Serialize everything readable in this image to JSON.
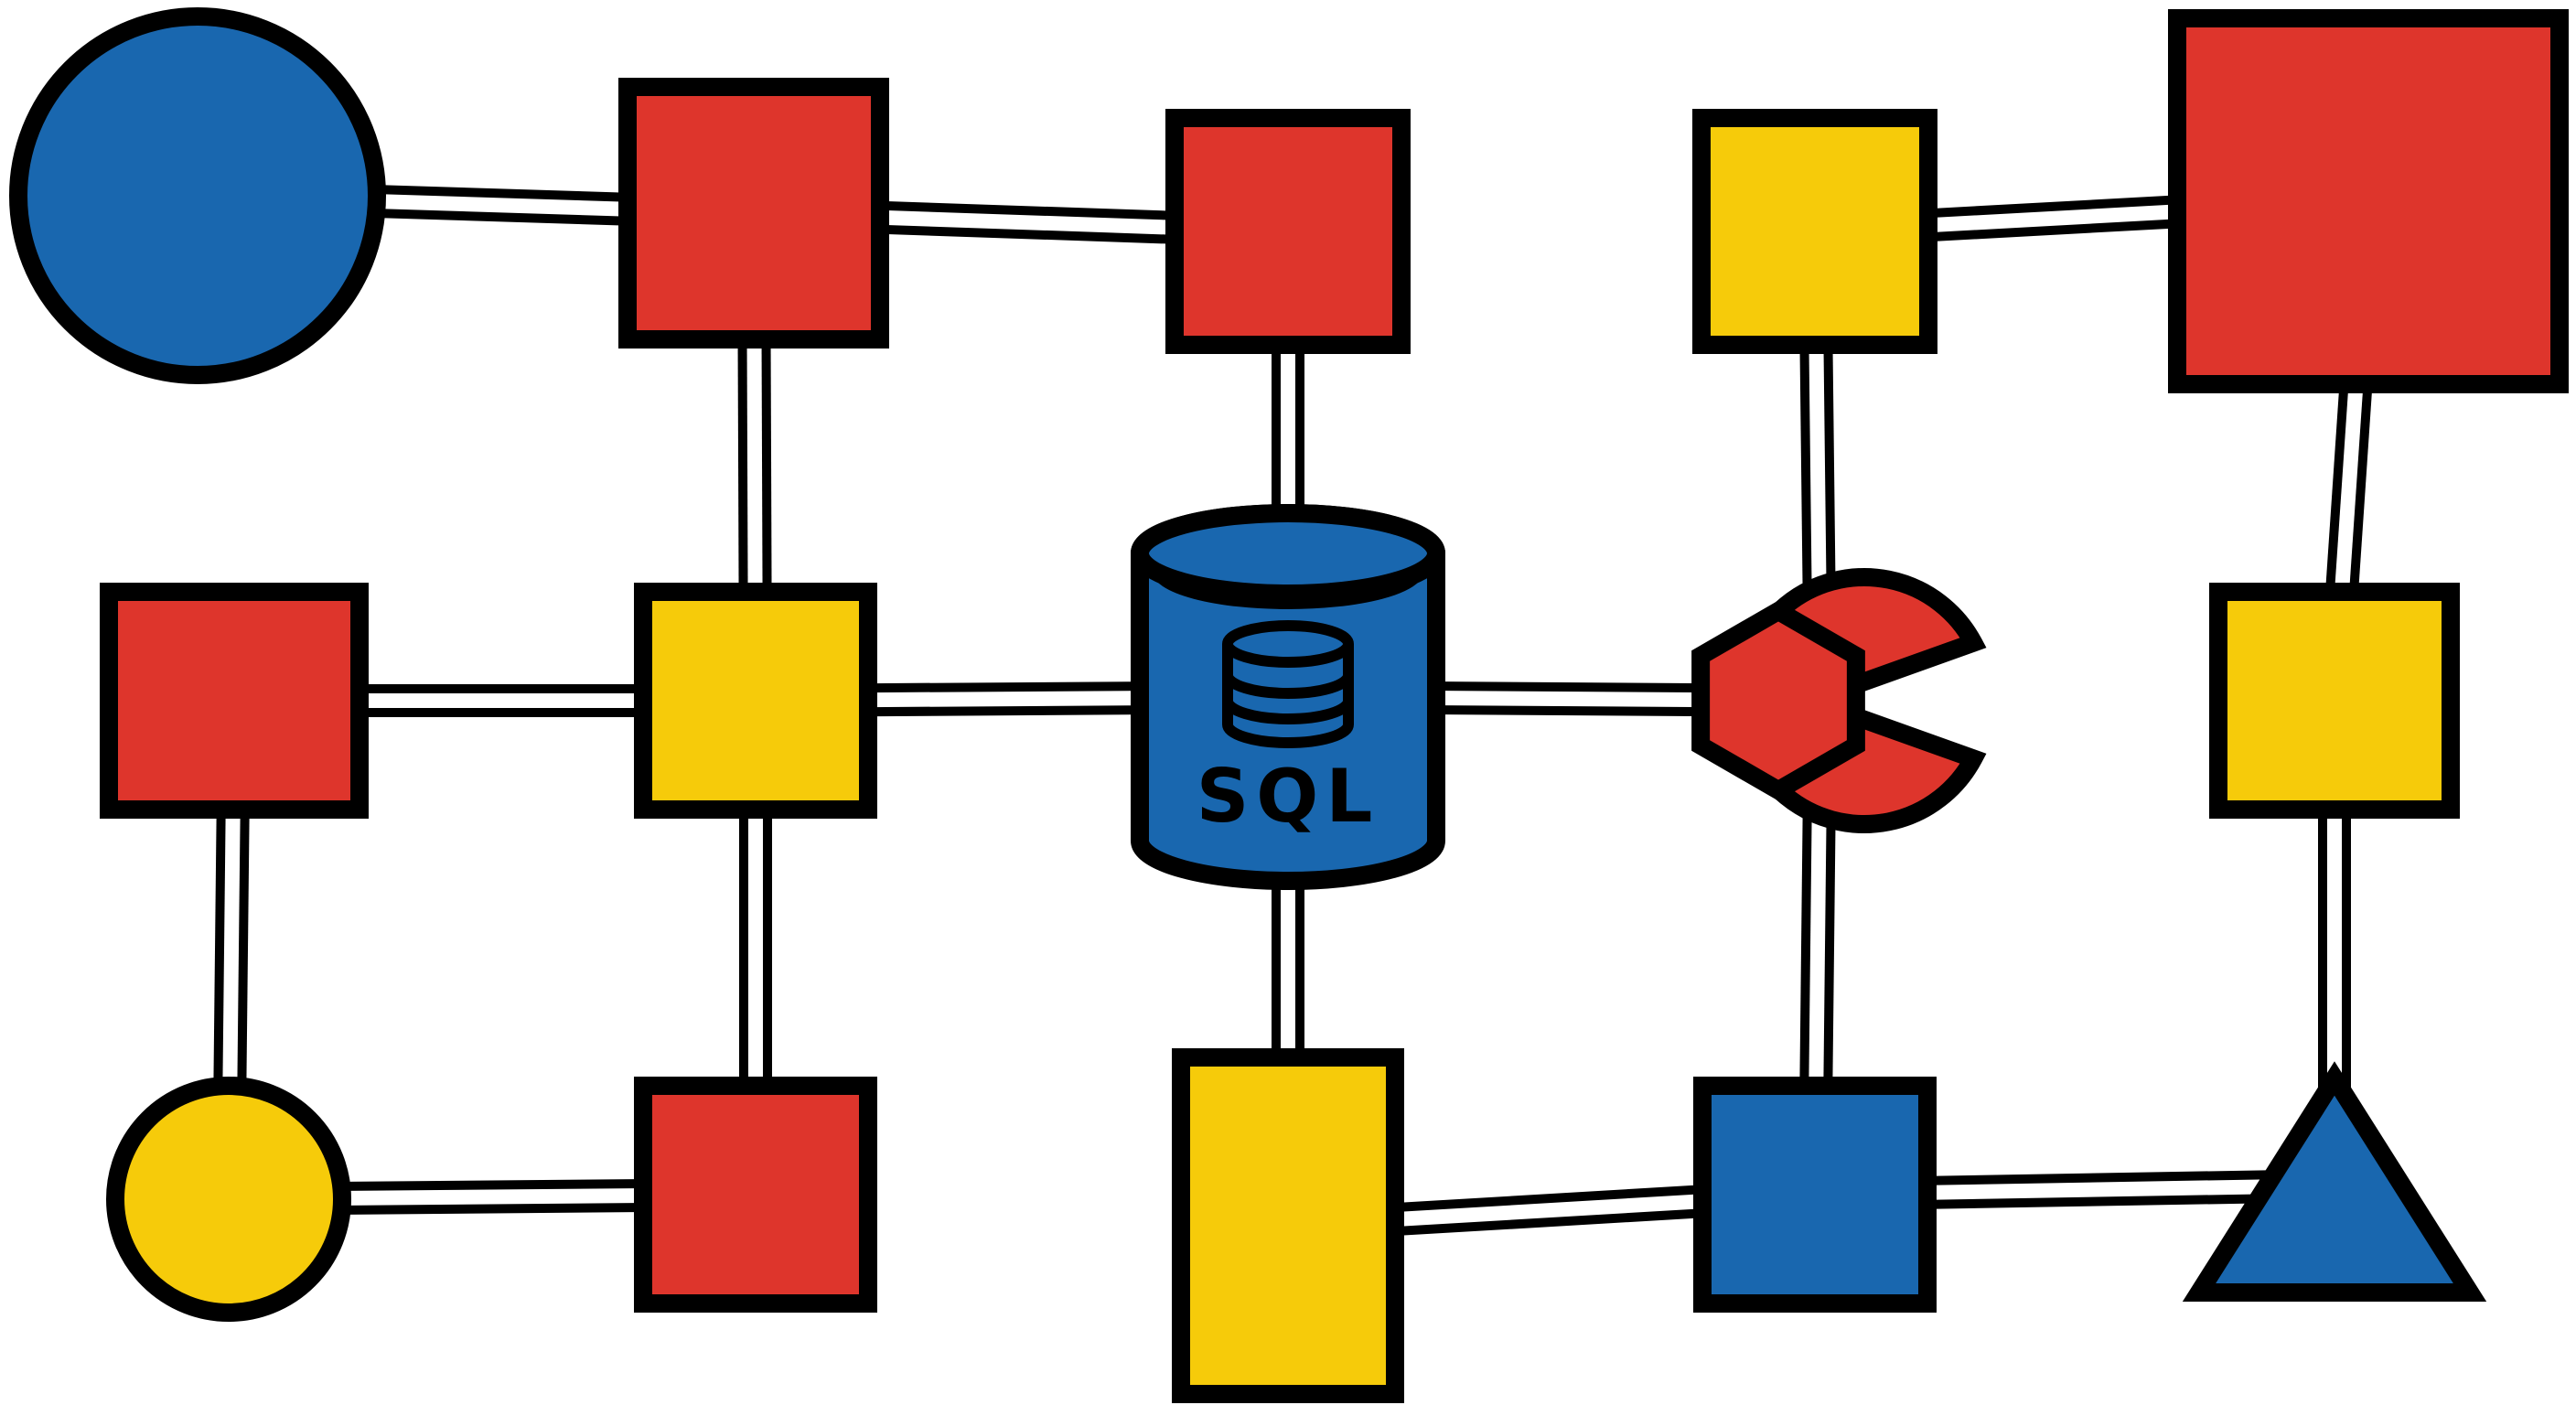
{
  "diagram": {
    "colors": {
      "red": "#DE352C",
      "yellow": "#F6CB0A",
      "blue": "#1967AF",
      "outline": "#000000",
      "background": "#FFFFFF"
    },
    "database": {
      "label": "SQL",
      "icon": "database-stack-icon"
    },
    "nodes": [
      {
        "id": "n1",
        "shape": "circle",
        "color": "blue"
      },
      {
        "id": "n2",
        "shape": "square",
        "color": "red"
      },
      {
        "id": "n3",
        "shape": "square",
        "color": "red"
      },
      {
        "id": "n4",
        "shape": "square",
        "color": "yellow"
      },
      {
        "id": "n5",
        "shape": "square",
        "color": "red"
      },
      {
        "id": "n6",
        "shape": "square",
        "color": "red"
      },
      {
        "id": "n7",
        "shape": "square",
        "color": "yellow"
      },
      {
        "id": "n8",
        "shape": "cylinder",
        "color": "blue"
      },
      {
        "id": "n9",
        "shape": "hexagon-pie",
        "color": "red"
      },
      {
        "id": "n10",
        "shape": "square",
        "color": "yellow"
      },
      {
        "id": "n11",
        "shape": "circle",
        "color": "yellow"
      },
      {
        "id": "n12",
        "shape": "square",
        "color": "red"
      },
      {
        "id": "n13",
        "shape": "rectangle",
        "color": "yellow"
      },
      {
        "id": "n14",
        "shape": "square",
        "color": "blue"
      },
      {
        "id": "n15",
        "shape": "triangle",
        "color": "blue"
      }
    ],
    "edges": [
      [
        "n1",
        "n2"
      ],
      [
        "n2",
        "n3"
      ],
      [
        "n4",
        "n5"
      ],
      [
        "n2",
        "n7"
      ],
      [
        "n3",
        "n8"
      ],
      [
        "n4",
        "n9"
      ],
      [
        "n5",
        "n10"
      ],
      [
        "n6",
        "n7"
      ],
      [
        "n7",
        "n8"
      ],
      [
        "n8",
        "n9"
      ],
      [
        "n6",
        "n11"
      ],
      [
        "n7",
        "n12"
      ],
      [
        "n8",
        "n13"
      ],
      [
        "n9",
        "n14"
      ],
      [
        "n10",
        "n15"
      ],
      [
        "n11",
        "n12"
      ],
      [
        "n13",
        "n14"
      ],
      [
        "n14",
        "n15"
      ]
    ]
  }
}
